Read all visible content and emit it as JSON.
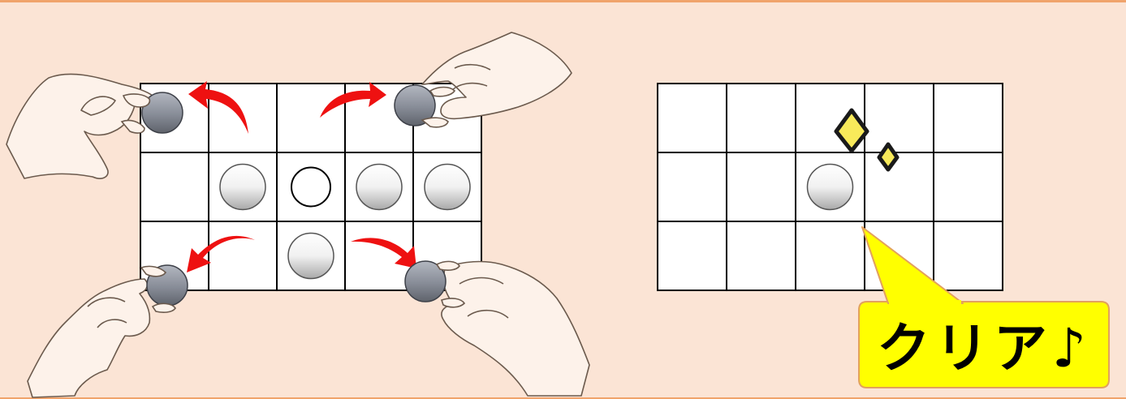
{
  "left_board": {
    "rows": 3,
    "cols": 5,
    "pegs": [
      {
        "row": 1,
        "col": 1,
        "style": "white"
      },
      {
        "row": 1,
        "col": 2,
        "style": "hole"
      },
      {
        "row": 1,
        "col": 3,
        "style": "white"
      },
      {
        "row": 1,
        "col": 4,
        "style": "white"
      },
      {
        "row": 2,
        "col": 2,
        "style": "white"
      }
    ],
    "removed_pegs": [
      "top-left",
      "top-right",
      "bottom-left",
      "bottom-right"
    ]
  },
  "right_board": {
    "rows": 3,
    "cols": 5,
    "pegs": [
      {
        "row": 1,
        "col": 2,
        "style": "white"
      }
    ],
    "sparkle_icon": "sparkle-icon"
  },
  "callout": {
    "text": "クリア♪",
    "fill_color": "#ffff00",
    "border_color": "#e2a15d"
  },
  "colors": {
    "background": "#fbe4d5",
    "arrow": "#ee1111",
    "removed_peg": "#8d929c",
    "sparkle": "#f8ea5a",
    "skin": "#fdf2ea"
  }
}
